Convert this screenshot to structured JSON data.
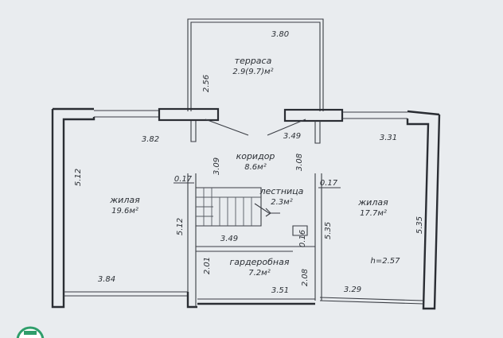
{
  "rooms": {
    "terrace": {
      "name": "терраса",
      "area": "2.9(9.7)м²"
    },
    "corridor": {
      "name": "коридор",
      "area": "8.6м²"
    },
    "stairs": {
      "name": "лестница",
      "area": "2.3м²"
    },
    "living_left": {
      "name": "жилая",
      "area": "19.6м²"
    },
    "living_right": {
      "name": "жилая",
      "area": "17.7м²"
    },
    "wardrobe": {
      "name": "гардеробная",
      "area": "7.2м²"
    }
  },
  "ceiling_height": "h=2.57",
  "dimensions": {
    "terrace_width": "3.80",
    "terrace_depth": "2.56",
    "left_top": "3.82",
    "left_side": "5.12",
    "left_inner": "5.12",
    "left_bottom": "3.84",
    "corridor_left": "3.09",
    "corridor_top": "3.49",
    "corridor_right": "3.08",
    "wall_left": "0.17",
    "wall_right": "0.17",
    "stairs_bottom": "3.49",
    "stairs_gap": "0.16",
    "right_top": "3.31",
    "right_inner": "5.35",
    "right_outer": "5.35",
    "right_bottom": "3.29",
    "wardrobe_left": "2.01",
    "wardrobe_right": "2.08",
    "wardrobe_bottom": "3.51"
  }
}
